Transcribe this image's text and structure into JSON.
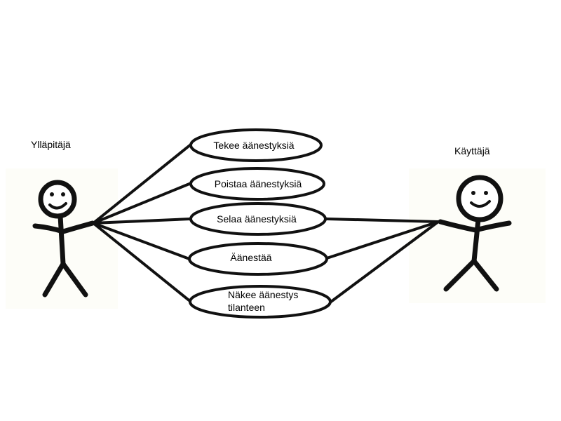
{
  "actors": {
    "admin": {
      "label": "Ylläpitäjä"
    },
    "user": {
      "label": "Käyttäjä"
    }
  },
  "use_cases": [
    {
      "lines": [
        "Tekee äänestyksiä"
      ]
    },
    {
      "lines": [
        "Poistaa äänestyksiä"
      ]
    },
    {
      "lines": [
        "Selaa äänestyksiä"
      ]
    },
    {
      "lines": [
        "Äänestää"
      ]
    },
    {
      "lines": [
        "Näkee äänestys",
        "tilanteen"
      ]
    }
  ],
  "colors": {
    "stroke": "#111111",
    "background": "#ffffff"
  }
}
